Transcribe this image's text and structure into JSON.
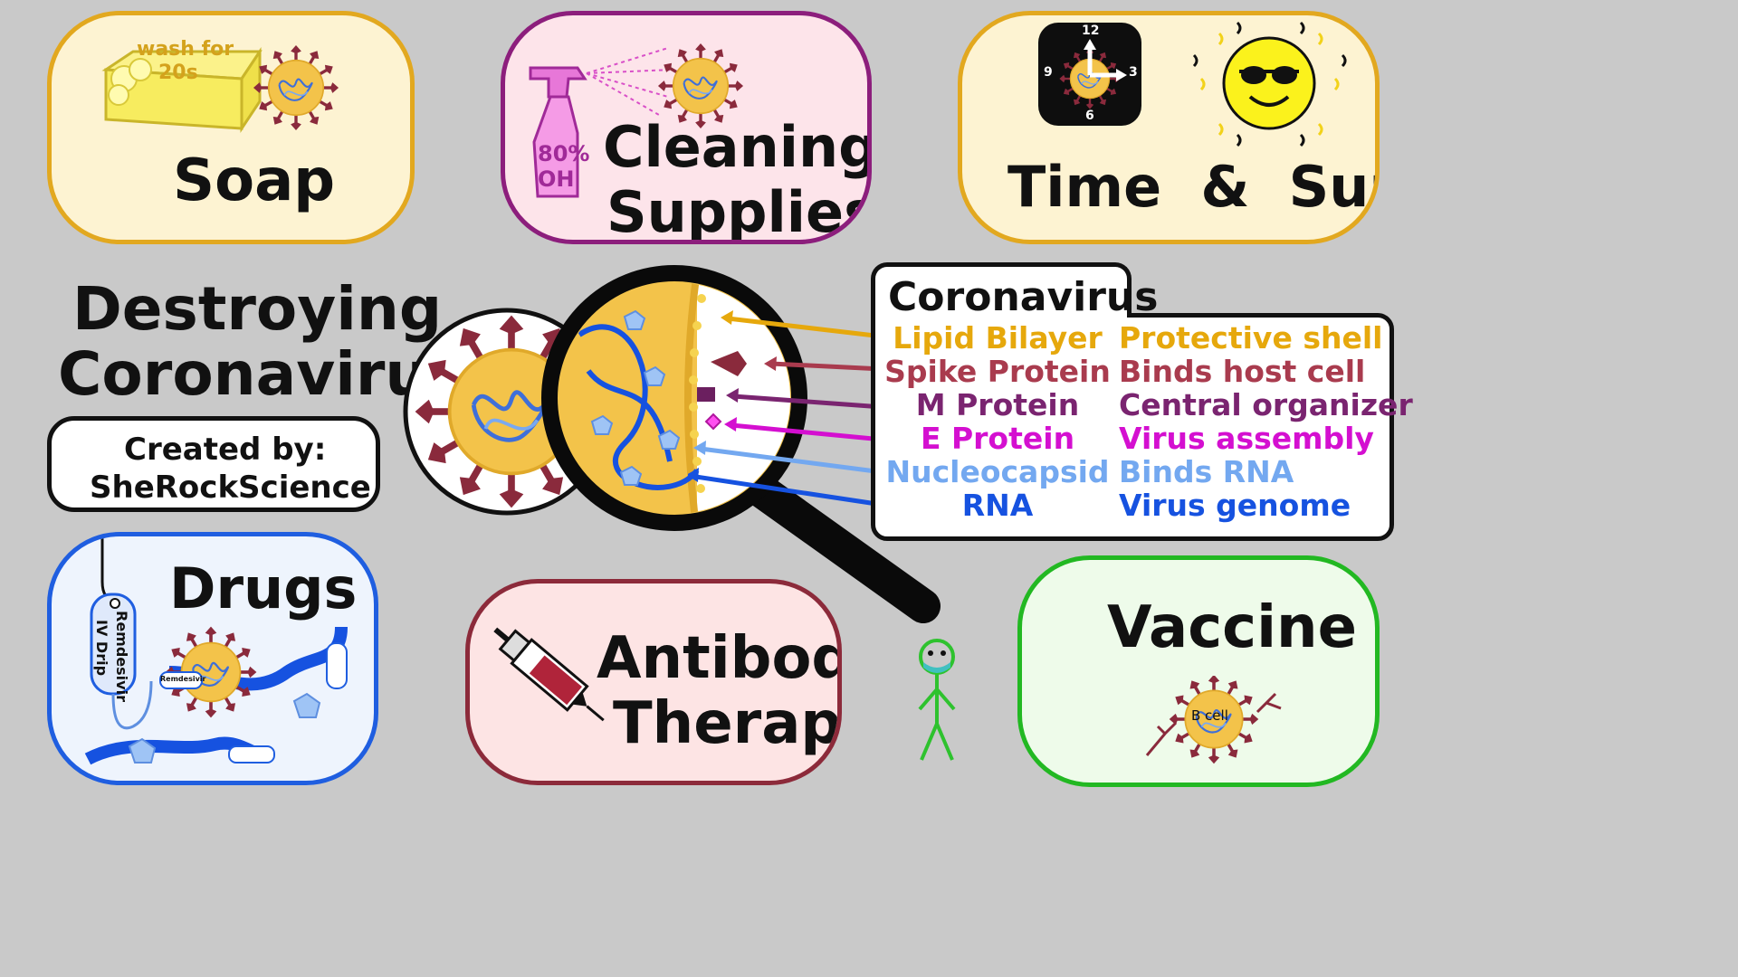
{
  "title": {
    "line1": "Destroying",
    "line2": "Coronavirus"
  },
  "credit": {
    "line1": "Created by:",
    "line2": "SheRockScience"
  },
  "cards": {
    "soap": {
      "label": "Soap",
      "soap_text1": "wash for",
      "soap_text2": "20s",
      "bg": "#fdf3d2",
      "border": "#e2a81f"
    },
    "cleaning": {
      "line1": "Cleaning",
      "line2": "Supplies",
      "bottle_text1": "80%",
      "bottle_text2": "OH",
      "bg": "#fde4ea",
      "border": "#8c1e7c"
    },
    "timesun": {
      "label": "Time  &  Sun",
      "clock": [
        "12",
        "3",
        "6",
        "9"
      ],
      "bg": "#fdf3d2",
      "border": "#e2a81f"
    },
    "drugs": {
      "label": "Drugs",
      "iv_text1": "Remdesivir",
      "iv_text2": "IV Drip",
      "drug_tag": "Remdesivir",
      "bg": "#eef4fd",
      "border": "#1f5ee0"
    },
    "antibody": {
      "line1": "Antibody",
      "line2": "Therapy",
      "bg": "#fde4e4",
      "border": "#8c2a3a"
    },
    "vaccine": {
      "label": "Vaccine",
      "bcell": "B cell",
      "bg": "#eefbea",
      "border": "#22b822"
    }
  },
  "legend": {
    "title": "Coronavirus",
    "rows": [
      {
        "part": "Lipid Bilayer",
        "role": "Protective shell",
        "color": "#e6a80c"
      },
      {
        "part": "Spike Protein",
        "role": "Binds host cell",
        "color": "#a93b4e"
      },
      {
        "part": "M Protein",
        "role": "Central organizer",
        "color": "#7a2470"
      },
      {
        "part": "E Protein",
        "role": "Virus assembly",
        "color": "#d40fd0"
      },
      {
        "part": "Nucleocapsid",
        "role": "Binds RNA",
        "color": "#73a8f0"
      },
      {
        "part": "RNA",
        "role": "Virus genome",
        "color": "#1652e0"
      }
    ]
  }
}
